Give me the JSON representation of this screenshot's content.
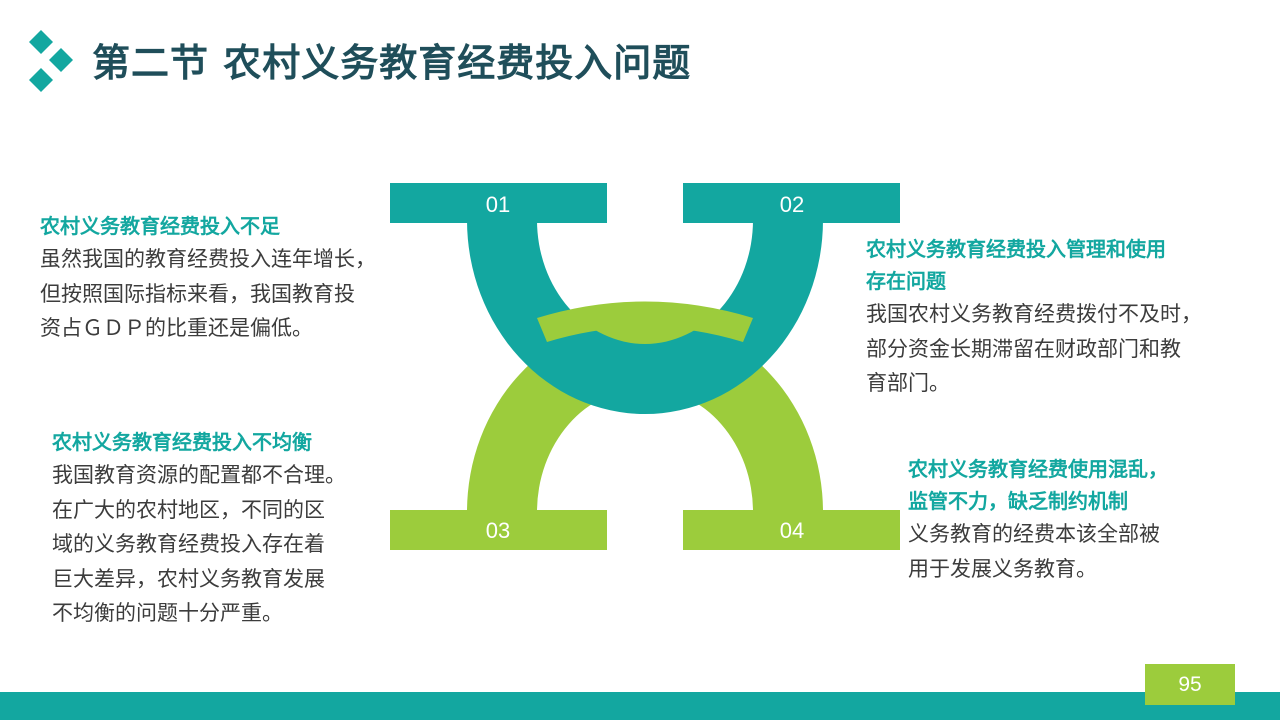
{
  "slide": {
    "title": "第二节 农村义务教育经费投入问题",
    "page_number": "95"
  },
  "colors": {
    "teal": "#13a7a0",
    "green": "#9ccc3c",
    "title": "#1f4e5a",
    "body_text": "#3c3c3c"
  },
  "diagram": {
    "labels": [
      "01",
      "02",
      "03",
      "04"
    ]
  },
  "points": [
    {
      "heading": "农村义务教育经费投入不足",
      "lines": [
        "虽然我国的教育经费投入连年增长，",
        "但按照国际指标来看，我国教育投",
        "资占ＧＤＰ的比重还是偏低。"
      ]
    },
    {
      "heading_lines": [
        "农村义务教育经费投入管理和使用",
        "存在问题"
      ],
      "lines": [
        "我国农村义务教育经费拨付不及时，",
        "部分资金长期滞留在财政部门和教",
        "育部门。"
      ]
    },
    {
      "heading": "农村义务教育经费投入不均衡",
      "lines": [
        "我国教育资源的配置都不合理。",
        "在广大的农村地区，不同的区",
        "域的义务教育经费投入存在着",
        "巨大差异，农村义务教育发展",
        "不均衡的问题十分严重。"
      ]
    },
    {
      "heading_lines": [
        "农村义务教育经费使用混乱，",
        "监管不力，缺乏制约机制"
      ],
      "lines": [
        "义务教育的经费本该全部被",
        "用于发展义务教育。"
      ]
    }
  ]
}
